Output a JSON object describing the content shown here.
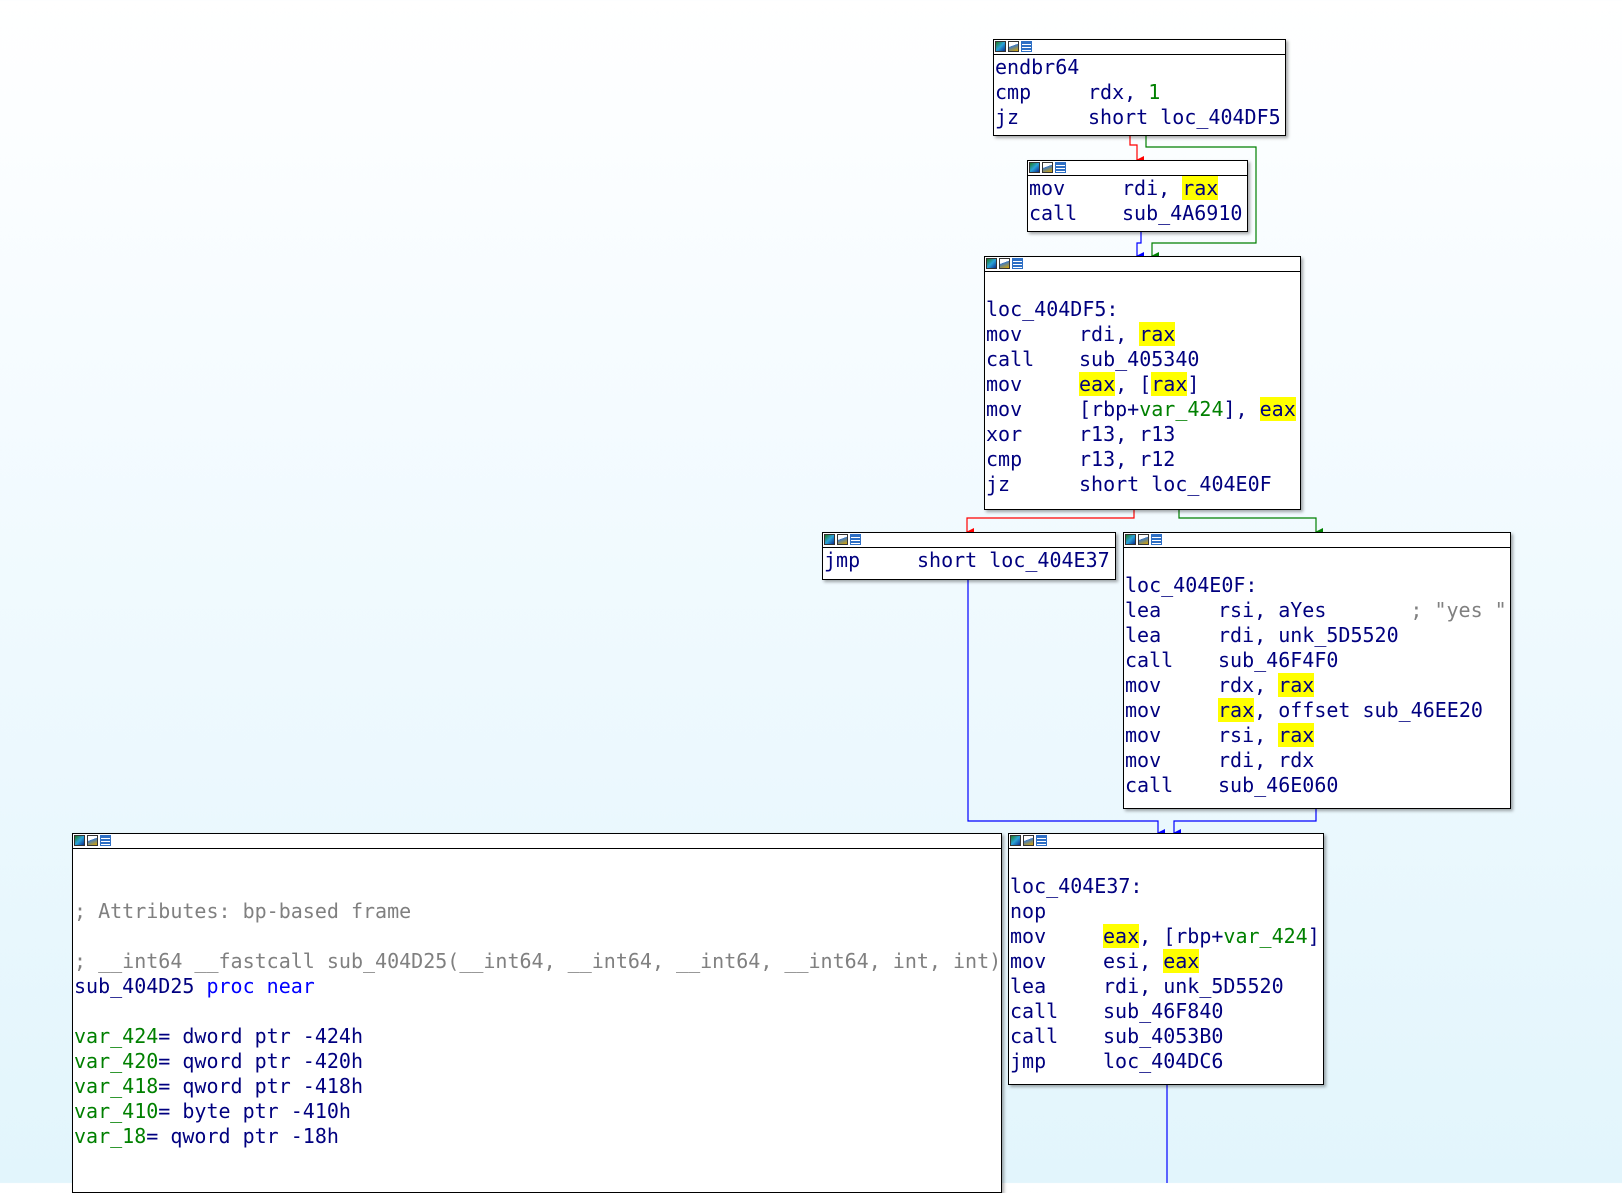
{
  "colors": {
    "edge_true": "#008000",
    "edge_false": "#ff0000",
    "edge_uncond": "#0000ff",
    "highlight": "#ffff00",
    "text": "#00007f",
    "comment": "#808080"
  },
  "nodes": {
    "n1": {
      "lines": [
        {
          "mn": "endbr64",
          "ops": ""
        },
        {
          "mn": "cmp",
          "ops": "rdx, ",
          "num": "1"
        },
        {
          "mn": "jz",
          "ops": "short loc_404DF5"
        }
      ]
    },
    "n2": {
      "lines": [
        {
          "mn": "mov",
          "a": "rdi, ",
          "reg": "rax"
        },
        {
          "mn": "call",
          "ops": "sub_4A6910"
        }
      ]
    },
    "n3": {
      "label": "loc_404DF5:",
      "lines": [
        {
          "mn": "mov",
          "a": "rdi, ",
          "reg": "rax"
        },
        {
          "mn": "call",
          "ops": "sub_405340"
        },
        {
          "mn": "mov",
          "reg": "eax",
          "b": ", [",
          "reg2": "rax",
          "c": "]"
        },
        {
          "mn": "mov",
          "a": "[rbp+",
          "var": "var_424",
          "b": "], ",
          "reg": "eax"
        },
        {
          "mn": "xor",
          "ops": "r13, r13"
        },
        {
          "mn": "cmp",
          "ops": "r13, r12"
        },
        {
          "mn": "jz",
          "ops": "short loc_404E0F"
        }
      ]
    },
    "n4": {
      "lines": [
        {
          "mn": "jmp",
          "ops": "short loc_404E37"
        }
      ]
    },
    "n5": {
      "label": "loc_404E0F:",
      "lines": [
        {
          "mn": "lea",
          "ops": "rsi, aYes",
          "comment": "; \"yes \""
        },
        {
          "mn": "lea",
          "ops": "rdi, unk_5D5520"
        },
        {
          "mn": "call",
          "ops": "sub_46F4F0"
        },
        {
          "mn": "mov",
          "a": "rdx, ",
          "reg": "rax"
        },
        {
          "mn": "mov",
          "reg": "rax",
          "b": ", offset sub_46EE20"
        },
        {
          "mn": "mov",
          "a": "rsi, ",
          "reg": "rax"
        },
        {
          "mn": "mov",
          "ops": "rdi, rdx"
        },
        {
          "mn": "call",
          "ops": "sub_46E060"
        }
      ]
    },
    "n6": {
      "attributes": "; Attributes: bp-based frame",
      "signature": "; __int64 __fastcall sub_404D25(__int64, __int64, __int64, __int64, int, int)",
      "proc_name": "sub_404D25",
      "proc_kw": "proc near",
      "vars": [
        {
          "name": "var_424",
          "def": "= dword ptr -424h"
        },
        {
          "name": "var_420",
          "def": "= qword ptr -420h"
        },
        {
          "name": "var_418",
          "def": "= qword ptr -418h"
        },
        {
          "name": "var_410",
          "def": "= byte ptr -410h"
        },
        {
          "name": "var_18",
          "def": "= qword ptr -18h"
        }
      ]
    },
    "n7": {
      "label": "loc_404E37:",
      "lines": [
        {
          "mn": "nop",
          "ops": ""
        },
        {
          "mn": "mov",
          "reg": "eax",
          "b": ", [rbp+",
          "var": "var_424",
          "c": "]"
        },
        {
          "mn": "mov",
          "a": "esi, ",
          "reg": "eax"
        },
        {
          "mn": "lea",
          "ops": "rdi, unk_5D5520"
        },
        {
          "mn": "call",
          "ops": "sub_46F840"
        },
        {
          "mn": "call",
          "ops": "sub_4053B0"
        },
        {
          "mn": "jmp",
          "ops": "loc_404DC6"
        }
      ]
    }
  }
}
